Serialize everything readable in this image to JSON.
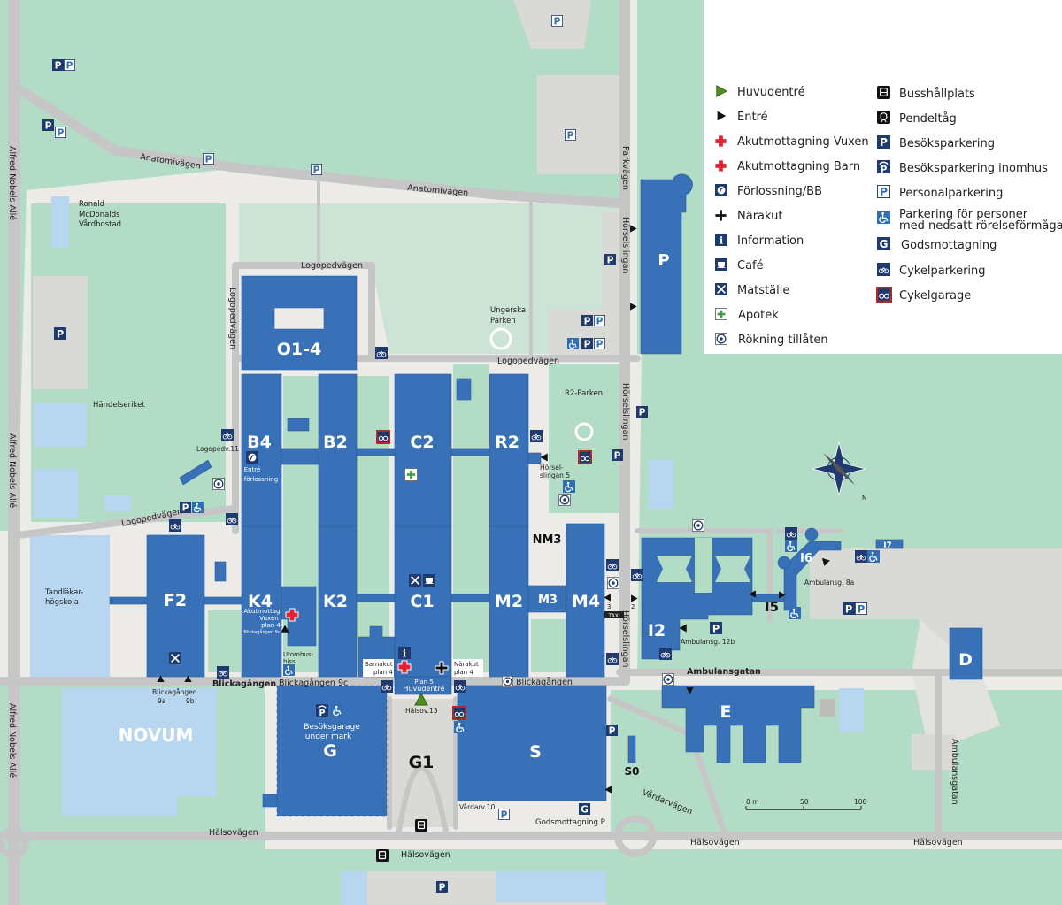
{
  "colors": {
    "building": "#3871b8",
    "green_area": "#b3dcc6",
    "road": "#c6c6c6",
    "water_light_blue": "#b9d6f0",
    "background": "#ecebe8",
    "icon_navy": "#1f3a6e",
    "main_entrance": "#4f8f1f",
    "emergency": "#e3222e"
  },
  "legend": {
    "left": [
      {
        "icon": "main-entrance-triangle-icon",
        "label": "Huvudentré"
      },
      {
        "icon": "entrance-triangle-icon",
        "label": "Entré"
      },
      {
        "icon": "red-cross-icon",
        "label": "Akutmottagning Vuxen"
      },
      {
        "icon": "red-cross-icon",
        "label": "Akutmottagning Barn"
      },
      {
        "icon": "maternity-icon",
        "label": "Förlossning/BB"
      },
      {
        "icon": "black-cross-icon",
        "label": "Närakut"
      },
      {
        "icon": "info-icon",
        "label": "Information"
      },
      {
        "icon": "cafe-cup-icon",
        "label": "Café"
      },
      {
        "icon": "cutlery-icon",
        "label": "Matställe"
      },
      {
        "icon": "pharmacy-cross-icon",
        "label": "Apotek"
      },
      {
        "icon": "smoking-icon",
        "label": "Rökning tillåten"
      }
    ],
    "right": [
      {
        "icon": "bus-icon",
        "label": "Busshållplats"
      },
      {
        "icon": "train-icon",
        "label": "Pendeltåg"
      },
      {
        "icon": "parking-icon",
        "label": "Besöksparkering"
      },
      {
        "icon": "indoor-parking-icon",
        "label": "Besöksparkering inomhus"
      },
      {
        "icon": "staff-parking-icon",
        "label": "Personalparkering"
      },
      {
        "icon": "accessible-parking-icon",
        "label": "Parkering för personer",
        "label2": "med nedsatt rörelseförmåga"
      },
      {
        "icon": "goods-reception-icon",
        "label": "Godsmottagning"
      },
      {
        "icon": "bike-parking-icon",
        "label": "Cykelparkering"
      },
      {
        "icon": "bike-garage-icon",
        "label": "Cykelgarage"
      }
    ]
  },
  "icon_glyphs": {
    "parking": "P",
    "goods": "G",
    "info": "i",
    "taxi": "TAXI"
  },
  "buildings": {
    "o14": "O1-4",
    "b4": "B4",
    "b2": "B2",
    "c2": "C2",
    "r2": "R2",
    "k4": "K4",
    "k2": "K2",
    "c1": "C1",
    "m2": "M2",
    "m3": "M3",
    "m4": "M4",
    "nm3": "NM3",
    "f2": "F2",
    "i2": "I2",
    "i5": "I5",
    "i6": "I6",
    "i7": "I7",
    "e": "E",
    "s": "S",
    "s0": "S0",
    "g": "G",
    "g1": "G1",
    "d": "D",
    "novum": "NOVUM"
  },
  "streets": {
    "anatomivagen": "Anatomivägen",
    "logopedvagen": "Logopedvägen",
    "parkvagen": "Parkvägen",
    "horselslingan": "Hörselslingan",
    "alfred_nobels_alle": "Alfred Nobels Allé",
    "blickagangen": "Blickagången",
    "blickagangen_9c": "Blickagången 9c",
    "halsovagen": "Hälsovägen",
    "ambulansgatan": "Ambulansgatan",
    "vardarvagen": "Vårdarvägen"
  },
  "places": {
    "ronald_1": "Ronald",
    "ronald_2": "McDonalds",
    "ronald_3": "Vårdbostad",
    "handelseriket": "Händelseriket",
    "tand_1": "Tandläkar-",
    "tand_2": "högskola",
    "ungerska_1": "Ungerska",
    "ungerska_2": "Parken",
    "r2_parken": "R2-Parken",
    "horsel5_1": "Hörsel-",
    "horsel5_2": "slingan 5",
    "logopedv11": "Logopedv.11",
    "forloss_1": "Entré",
    "forloss_2": "förlossning",
    "akut_1": "Akutmottag.",
    "akut_2": "Vuxen",
    "akut_3": "plan 4",
    "akut_4": "Blickagången 9c",
    "hiss_1": "Utomhus-",
    "hiss_2": "hiss",
    "barnakut_1": "Barnakut",
    "barnakut_2": "plan 4",
    "narakut_1": "Närakut",
    "narakut_2": "plan 4",
    "huvud_1": "Plan 5",
    "huvud_2": "Huvudentré",
    "halsov13": "Hälsov.13",
    "blick9a_1": "Blickagången",
    "blick9a_2": "9a",
    "blick9b": "9b",
    "garage_1": "Besöksgarage",
    "garage_2": "under mark",
    "vardarv10": "Vårdarv.10",
    "godsmottagning": "Godsmottagning  P",
    "amb8a": "Ambulansg. 8a",
    "amb12b": "Ambulansg. 12b",
    "num3": "3",
    "num2": "2"
  },
  "scale": {
    "zero": "0 m",
    "mid": "50",
    "max": "100"
  },
  "compass": {
    "north": "N"
  }
}
